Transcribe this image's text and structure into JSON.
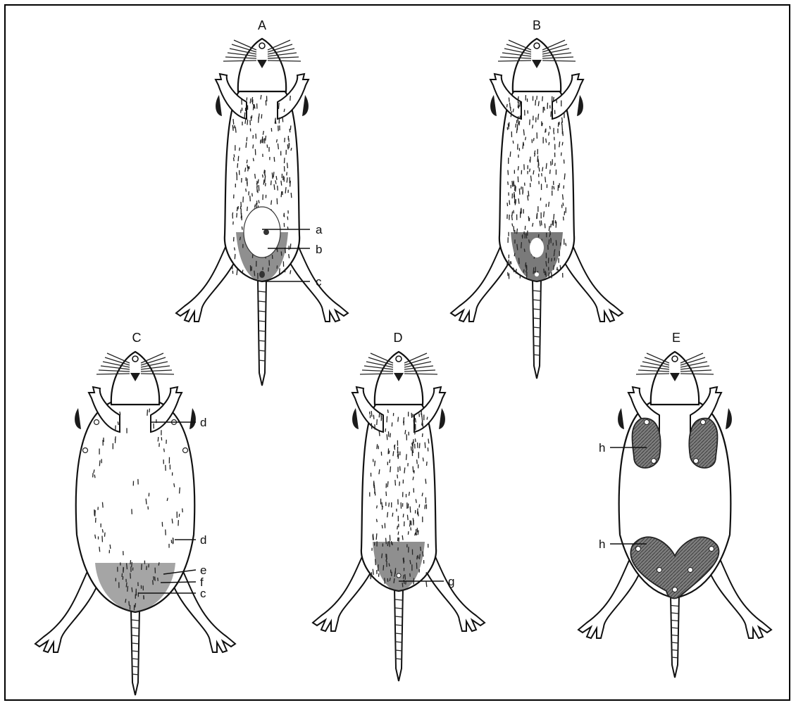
{
  "panels": [
    {
      "id": "A",
      "label": "A"
    },
    {
      "id": "B",
      "label": "B"
    },
    {
      "id": "C",
      "label": "C"
    },
    {
      "id": "D",
      "label": "D"
    },
    {
      "id": "E",
      "label": "E"
    }
  ],
  "callouts": {
    "a": "a",
    "b": "b",
    "c": "c",
    "d": "d",
    "e": "e",
    "f": "f",
    "g": "g",
    "h": "h"
  },
  "colors": {
    "ink": "#111111",
    "gland_shading": "#7d7d7d",
    "background": "#ffffff"
  }
}
